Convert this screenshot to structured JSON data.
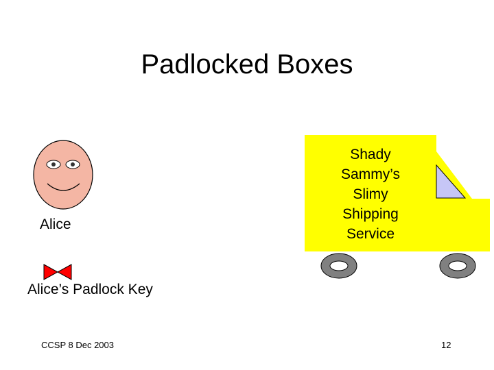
{
  "slide": {
    "title": "Padlocked Boxes",
    "face_label": "Alice",
    "key_label": "Alice’s Padlock Key",
    "truck_text": [
      "Shady",
      "Sammy’s",
      "Slimy",
      "Shipping",
      "Service"
    ],
    "footer_left": "CCSP 8 Dec 2003",
    "page_number": "12"
  },
  "colors": {
    "face": "#f4b6a4",
    "truck": "#ffff00",
    "window": "#c6c6f6",
    "wheel": "#808080",
    "key": "#ff0000"
  }
}
